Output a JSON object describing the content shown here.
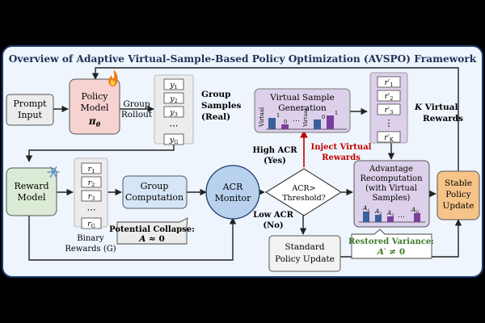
{
  "title": "Overview of Adaptive Virtual-Sample-Based Policy Optimization (AVSPO) Framework",
  "prompt_input": {
    "line1": "Prompt",
    "line2": "Input"
  },
  "policy_model": {
    "line1": "Policy",
    "line2": "Model",
    "symbol": "π",
    "subscript": "θ"
  },
  "group_rollout": {
    "line1": "Group",
    "line2": "Rollout"
  },
  "group_samples": {
    "items": [
      "y",
      "y",
      "y",
      "⋯",
      "y"
    ],
    "subs": [
      "1",
      "2",
      "3",
      "",
      "G"
    ],
    "label_line1": "Group",
    "label_line2": "Samples",
    "label_line3": "(Real)"
  },
  "virtual_generation": {
    "line1": "Virtual Sample",
    "line2": "Generation",
    "axis_label": "Virtual",
    "bar_a": "1",
    "bar_b": "0",
    "dots": "⋯"
  },
  "virtual_rewards": {
    "items": [
      "r′",
      "r′",
      "r′",
      "⋮",
      "r′"
    ],
    "subs": [
      "1",
      "2",
      "3",
      "",
      "K"
    ],
    "label_k": "K",
    "label_rest": " Virtual",
    "label_line2": "Rewards"
  },
  "high_acr": {
    "line1": "High ACR",
    "line2": "(Yes)"
  },
  "inject": {
    "line1": "Inject Virtual",
    "line2": "Rewards"
  },
  "reward_model": {
    "line1": "Reward",
    "line2": "Model"
  },
  "binary_rewards": {
    "items": [
      "r",
      "r",
      "r",
      "⋯",
      "r"
    ],
    "subs": [
      "1",
      "2",
      "3",
      "",
      "G"
    ],
    "label_line1": "Binary",
    "label_line2": "Rewards (G)"
  },
  "group_computation": {
    "line1": "Group",
    "line2": "Computation"
  },
  "potential_collapse": {
    "line1": "Potential Collapse:",
    "line2_var": "A",
    "line2_rest": " ≈ 0"
  },
  "acr_monitor": {
    "line1": "ACR",
    "line2": "Monitor"
  },
  "decision": {
    "line1": "ACR>",
    "line2": "Threshold?"
  },
  "low_acr": {
    "line1": "Low ACR",
    "line2": "(No)"
  },
  "standard_update": {
    "line1": "Standard",
    "line2": "Policy Update"
  },
  "advantage": {
    "line1": "Advantage",
    "line2": "Recomputation",
    "line3": "(with Virtual",
    "line4": "Samples)",
    "bar_labels": [
      "A",
      "A",
      "A",
      "A"
    ],
    "bar_subs": [
      "1",
      "2",
      "3",
      "G"
    ],
    "dots": "⋯"
  },
  "restored": {
    "line1": "Restored Variance:",
    "line2_var": "A′",
    "line2_rest": " ≠ 0"
  },
  "stable_update": {
    "line1": "Stable",
    "line2": "Policy",
    "line3": "Update"
  },
  "colors": {
    "frame_bg": "#eef5fc",
    "panel_blue": "#d6e6f7",
    "policy_pink": "#f6d2d0",
    "reward_green": "#dcebd5",
    "virtual_purple": "#ddd0ea",
    "stable_orange": "#f6c489",
    "inject_red": "#c00000",
    "restored_green": "#3b7a2a",
    "acr_circle": "#b8d2ee"
  }
}
